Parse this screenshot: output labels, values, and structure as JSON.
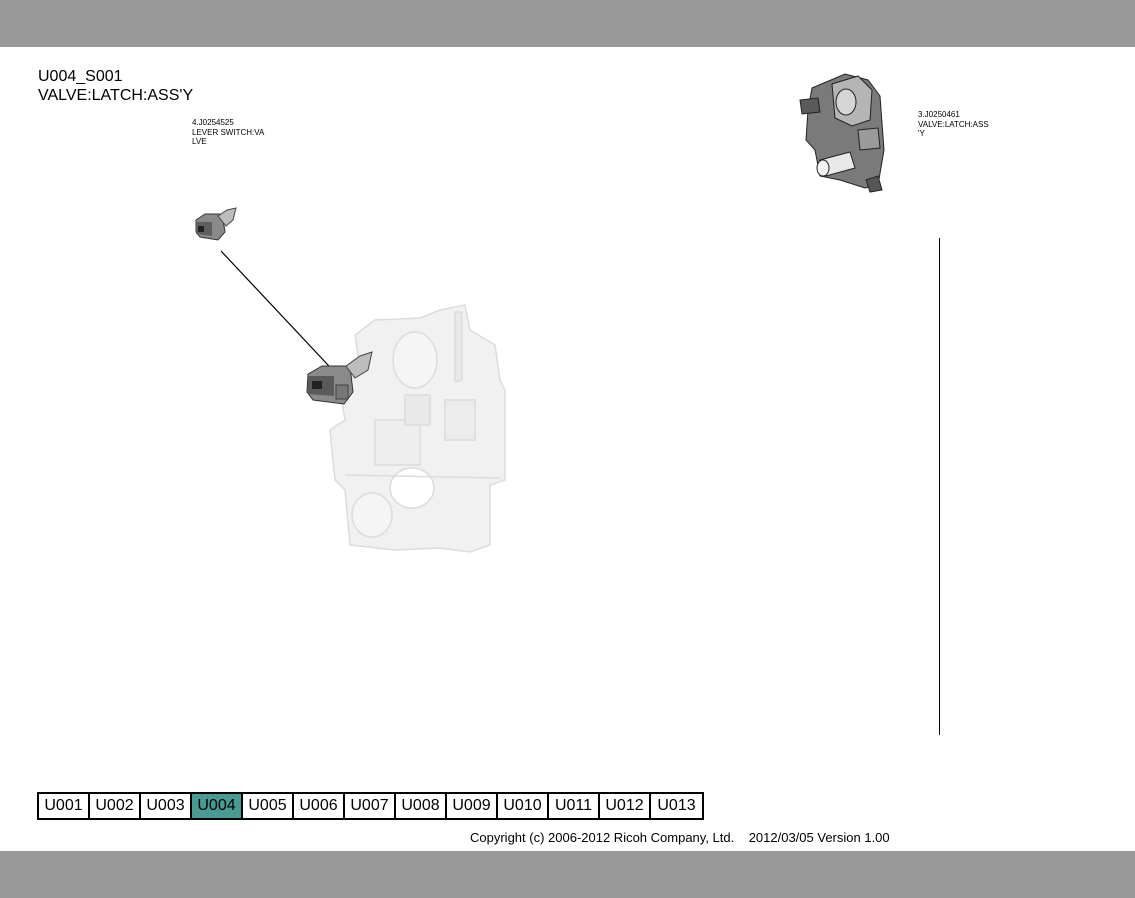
{
  "page": {
    "title_line1": "U004_S001",
    "title_line2": "VALVE:LATCH:ASS'Y"
  },
  "callouts": [
    {
      "line1": "4.J0254525",
      "line2": "LEVER SWITCH:VA",
      "line3": "LVE"
    },
    {
      "line1": "3.J0250461",
      "line2": "VALVE:LATCH:ASS",
      "line3": "'Y"
    }
  ],
  "tabs": [
    {
      "label": "U001",
      "active": false
    },
    {
      "label": "U002",
      "active": false
    },
    {
      "label": "U003",
      "active": false
    },
    {
      "label": "U004",
      "active": true
    },
    {
      "label": "U005",
      "active": false
    },
    {
      "label": "U006",
      "active": false
    },
    {
      "label": "U007",
      "active": false
    },
    {
      "label": "U008",
      "active": false
    },
    {
      "label": "U009",
      "active": false
    },
    {
      "label": "U010",
      "active": false
    },
    {
      "label": "U011",
      "active": false
    },
    {
      "label": "U012",
      "active": false
    },
    {
      "label": "U013",
      "active": false
    }
  ],
  "footer": {
    "copyright": "Copyright (c) 2006-2012 Ricoh Company, Ltd.",
    "version": "2012/03/05 Version 1.00"
  },
  "colors": {
    "bar": "#999999",
    "active_tab": "#4a9a94"
  }
}
